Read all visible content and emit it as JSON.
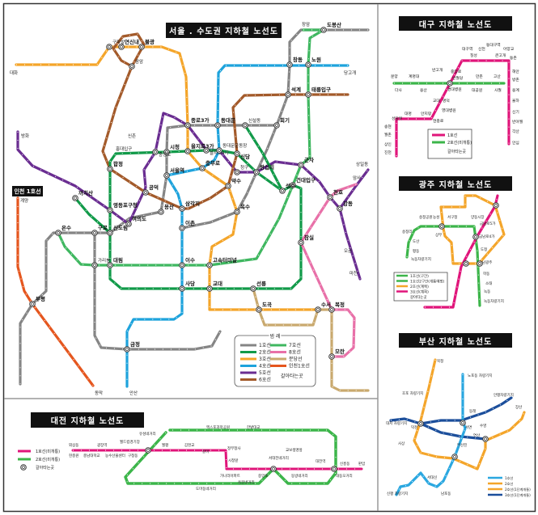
{
  "seoul": {
    "title": "서울 . 수도권 지하철 노선도",
    "incheon_label": "인천 1호선",
    "legend_title": "범    례",
    "legend": [
      {
        "label": "1호선",
        "color": "#858585"
      },
      {
        "label": "2호선",
        "color": "#119a49"
      },
      {
        "label": "3호선",
        "color": "#f4a52a"
      },
      {
        "label": "4호선",
        "color": "#1ea3dc"
      },
      {
        "label": "5호선",
        "color": "#6a2d91"
      },
      {
        "label": "6호선",
        "color": "#a35a2a"
      },
      {
        "label": "7호선",
        "color": "#3fb760"
      },
      {
        "label": "8호선",
        "color": "#e870a8"
      },
      {
        "label": "분당선",
        "color": "#c9a96e"
      },
      {
        "label": "인천1호선",
        "color": "#e5561e"
      }
    ],
    "transfer_label": "갈아타는곳",
    "stations": [
      "연신내",
      "불광",
      "구파발",
      "응암",
      "도봉산",
      "창동",
      "노원",
      "석계",
      "태릉입구",
      "회기",
      "신설동",
      "동대문",
      "종로3가",
      "을지로3가",
      "을지로4가",
      "동대문운동장",
      "시청",
      "충정로",
      "서울역",
      "충무로",
      "신당",
      "왕십리",
      "청구",
      "약수",
      "합정",
      "공덕",
      "삼각지",
      "용산",
      "이촌",
      "옥수",
      "군자",
      "건대입구",
      "성수",
      "천호",
      "강동",
      "잠실",
      "영등포구청",
      "여의도",
      "신도림",
      "구로",
      "대림",
      "가리봉",
      "온수",
      "까치산",
      "이수",
      "사당",
      "고속터미널",
      "교대",
      "선릉",
      "도곡",
      "수서",
      "복정",
      "모란",
      "금정",
      "부평",
      "신촌",
      "홍대입구",
      "당고개",
      "방화",
      "상일동",
      "마천",
      "오금",
      "암사",
      "장암",
      "대화",
      "계양",
      "동막",
      "안산"
    ]
  },
  "daegu": {
    "title": "대구 지하철 노선도",
    "legend": [
      {
        "label": "1호선",
        "color": "#e0157a"
      },
      {
        "label": "2호선(미개통)",
        "color": "#3cb54a"
      }
    ],
    "transfer_label": "갈아타는곳",
    "stations": [
      "문양",
      "계명대",
      "다사",
      "용산",
      "반고개",
      "반월당",
      "경대병원",
      "만촌",
      "대공원",
      "고산",
      "사월",
      "대구역",
      "칠성",
      "신천",
      "동대구역",
      "큰고개",
      "아양교",
      "동촌",
      "해안",
      "방촌",
      "용계",
      "율하",
      "신기",
      "반야월",
      "각산",
      "안심",
      "중앙로",
      "명덕",
      "교대",
      "영대병원",
      "현충로",
      "안지랑",
      "대명",
      "성당못",
      "송현",
      "월촌",
      "상인",
      "진천"
    ]
  },
  "gwangju": {
    "title": "광주 지하철 노선도",
    "legend": [
      {
        "label": "1호선(구간)",
        "color": "#3cb54a"
      },
      {
        "label": "1호선2구간(개통예정)",
        "color": "#3cb54a"
      },
      {
        "label": "2호선(계획)",
        "color": "#f4a52a"
      },
      {
        "label": "3호선(계획)",
        "color": "#e0157a"
      }
    ],
    "transfer_label": "갈아타는곳",
    "stations": [
      "송정리",
      "도산",
      "평동",
      "녹동차량기지",
      "송정공원",
      "상무",
      "농성",
      "서구청",
      "양동시장",
      "금남로4가",
      "금남로5가",
      "도청",
      "남광주",
      "학동",
      "소태",
      "녹동",
      "녹동차량기지"
    ]
  },
  "busan": {
    "title": "부산 지하철 노선도",
    "legend": [
      {
        "label": "1호선",
        "color": "#2aa7e0"
      },
      {
        "label": "2호선",
        "color": "#f4a52a"
      },
      {
        "label": "2호선(1단계개통)",
        "color": "#f4a52a"
      },
      {
        "label": "3호선(1단계개통)",
        "color": "#1b4e9b"
      }
    ],
    "stations": [
      "북정",
      "호포 차량기지",
      "노포동 차량기지",
      "안평차량기지",
      "장산",
      "대저 차량기지",
      "덕천",
      "서면",
      "연산",
      "동래",
      "수영",
      "부산진",
      "신평 차량기지",
      "남포동",
      "사상",
      "서대신"
    ]
  },
  "daejeon": {
    "title": "대전 지하철 노선도",
    "legend": [
      {
        "label": "1호선(미개통)",
        "color": "#e0157a"
      },
      {
        "label": "2호선(미개통)",
        "color": "#3cb54a"
      }
    ],
    "transfer_label": "갈아타는곳",
    "stations": [
      "외삼동",
      "광장역",
      "월드컵경기장",
      "유성네거리",
      "월평",
      "갑천교",
      "갈마",
      "정부청사",
      "시청앞",
      "엑스포과학공원",
      "한밭대교",
      "서대전네거리",
      "교보생명앞",
      "대전역",
      "신흥동",
      "판암",
      "대동오거리",
      "도마동네거리",
      "가나리아파트",
      "용문네거리",
      "중앙로",
      "동방네거리",
      "현충원",
      "충남대학교",
      "농수산물센터",
      "구청동"
    ]
  }
}
